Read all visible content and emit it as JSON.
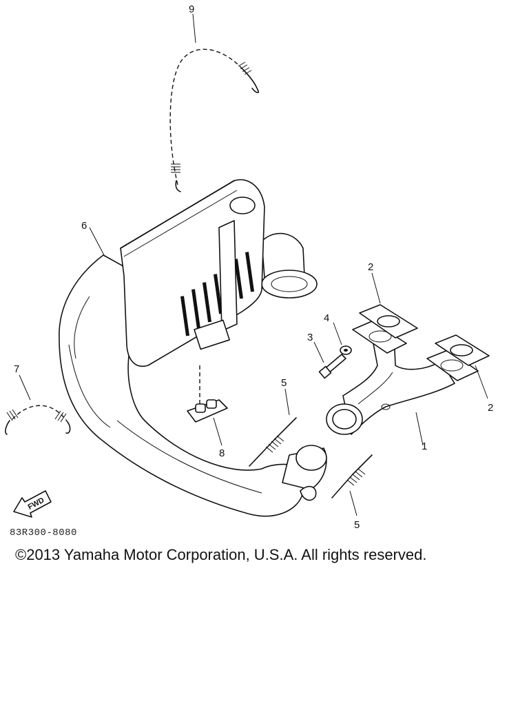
{
  "diagram": {
    "callouts": [
      "1",
      "2",
      "2",
      "3",
      "4",
      "5",
      "5",
      "6",
      "7",
      "8",
      "9"
    ],
    "fwd_label": "FWD",
    "part_code": "83R300-8080"
  },
  "footer": {
    "copyright": "©2013 Yamaha Motor Corporation, U.S.A. All rights reserved."
  }
}
